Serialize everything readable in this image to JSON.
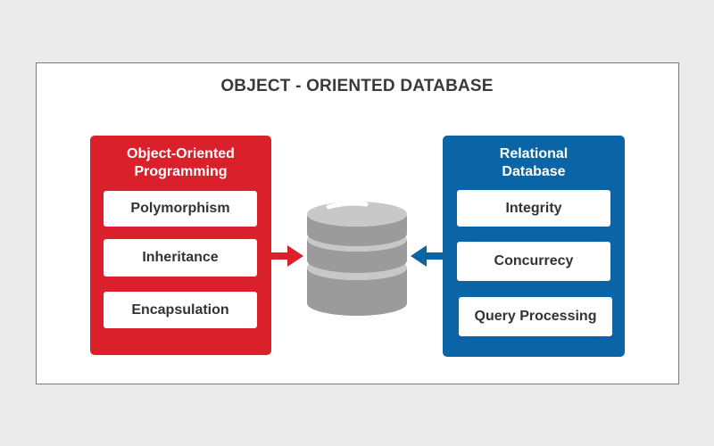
{
  "colors": {
    "page_background": "#ebebeb",
    "title_text": "#3a3a3a",
    "oop_red": "#d9202b",
    "rdb_blue": "#0b64a6",
    "item_text": "#333333",
    "db_gray_light": "#c8c8c8",
    "db_gray_dark": "#9b9b9b"
  },
  "title": "OBJECT - ORIENTED DATABASE",
  "left_panel": {
    "heading_line1": "Object-Oriented",
    "heading_line2": "Programming",
    "items": [
      {
        "label": "Polymorphism"
      },
      {
        "label": "Inheritance"
      },
      {
        "label": "Encapsulation"
      }
    ]
  },
  "right_panel": {
    "heading_line1": "Relational",
    "heading_line2": "Database",
    "items": [
      {
        "label": "Integrity"
      },
      {
        "label": "Concurrecy"
      },
      {
        "label": "Query Processing"
      }
    ]
  },
  "center_icon": "database-icon",
  "arrow_icons": [
    "arrow-right-icon",
    "arrow-left-icon"
  ]
}
